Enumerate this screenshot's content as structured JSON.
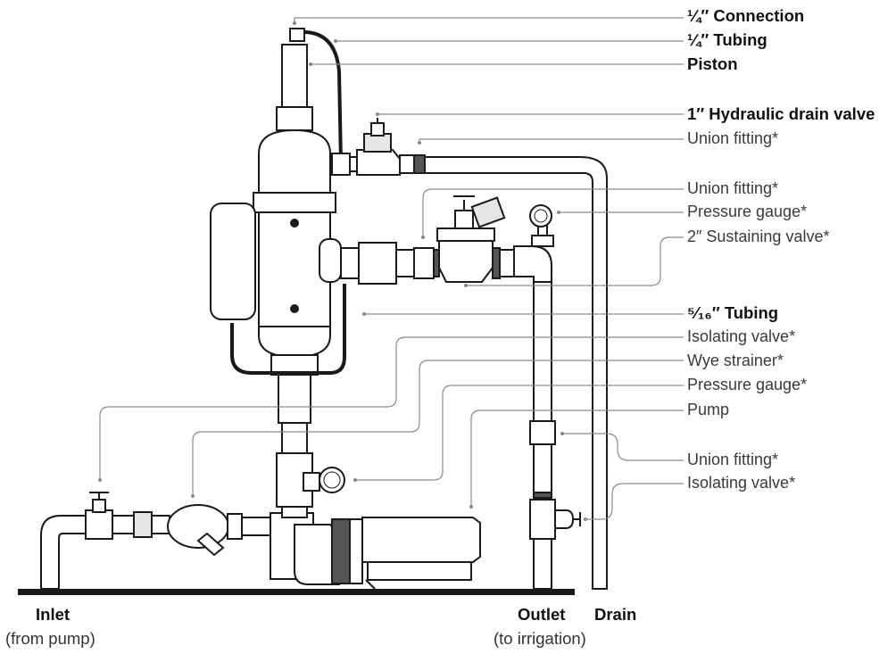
{
  "labels": [
    {
      "id": "quarter-inch-connection",
      "text": "¼″ Connection",
      "bold": true
    },
    {
      "id": "quarter-inch-tubing",
      "text": "¼″ Tubing",
      "bold": true
    },
    {
      "id": "piston",
      "text": "Piston",
      "bold": true
    },
    {
      "id": "hydraulic-drain-valve",
      "text": "1″ Hydraulic drain valve",
      "bold": true
    },
    {
      "id": "union-fitting-1",
      "text": "Union fitting*",
      "bold": false
    },
    {
      "id": "union-fitting-2",
      "text": "Union fitting*",
      "bold": false
    },
    {
      "id": "pressure-gauge-1",
      "text": "Pressure gauge*",
      "bold": false
    },
    {
      "id": "sustaining-valve",
      "text": "2″ Sustaining valve*",
      "bold": false
    },
    {
      "id": "five-sixteenths-tubing",
      "text": "⁵⁄₁₆″ Tubing",
      "bold": true
    },
    {
      "id": "isolating-valve-1",
      "text": "Isolating valve*",
      "bold": false
    },
    {
      "id": "wye-strainer",
      "text": "Wye strainer*",
      "bold": false
    },
    {
      "id": "pressure-gauge-2",
      "text": "Pressure gauge*",
      "bold": false
    },
    {
      "id": "pump",
      "text": "Pump",
      "bold": false
    },
    {
      "id": "union-fitting-3",
      "text": "Union fitting*",
      "bold": false
    },
    {
      "id": "isolating-valve-2",
      "text": "Isolating valve*",
      "bold": false
    }
  ],
  "footer": {
    "inlet": "Inlet",
    "inlet_sub": "(from pump)",
    "outlet": "Outlet",
    "outlet_sub": "(to irrigation)",
    "drain": "Drain"
  }
}
